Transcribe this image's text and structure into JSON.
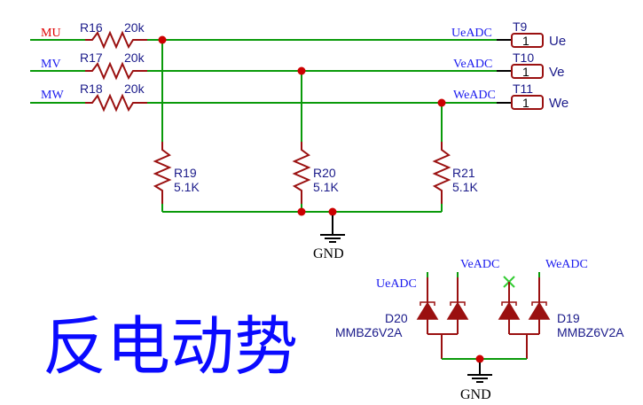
{
  "title": "反电动势",
  "colors": {
    "wire": "#0a9a0a",
    "component": "#9a1010",
    "junction": "#cc0000",
    "designator": "#1a1a8a",
    "net_label_blue": "#1a1aee",
    "net_label_red": "#e00000",
    "title": "#0a0aff",
    "no_connect": "#33cc33"
  },
  "inputs": [
    {
      "net": "MU",
      "resistor": "R16",
      "value": "20k"
    },
    {
      "net": "MV",
      "resistor": "R17",
      "value": "20k"
    },
    {
      "net": "MW",
      "resistor": "R18",
      "value": "20k"
    }
  ],
  "outputs": [
    {
      "net": "UeADC",
      "terminal": "T9",
      "pin": "1",
      "pin_name": "Ue"
    },
    {
      "net": "VeADC",
      "terminal": "T10",
      "pin": "1",
      "pin_name": "Ve"
    },
    {
      "net": "WeADC",
      "terminal": "T11",
      "pin": "1",
      "pin_name": "We"
    }
  ],
  "pulldowns": [
    {
      "resistor": "R19",
      "value": "5.1K"
    },
    {
      "resistor": "R20",
      "value": "5.1K"
    },
    {
      "resistor": "R21",
      "value": "5.1K"
    }
  ],
  "ground_label": "GND",
  "diodes": [
    {
      "designator": "D20",
      "part": "MMBZ6V2A",
      "nets": [
        "UeADC",
        "VeADC"
      ]
    },
    {
      "designator": "D19",
      "part": "MMBZ6V2A",
      "nets": [
        "",
        "WeADC"
      ],
      "no_connect_first": true
    }
  ],
  "tvs_net_labels": {
    "ue": "UeADC",
    "ve": "VeADC",
    "we": "WeADC"
  },
  "gnd_labels": [
    "GND",
    "GND"
  ]
}
